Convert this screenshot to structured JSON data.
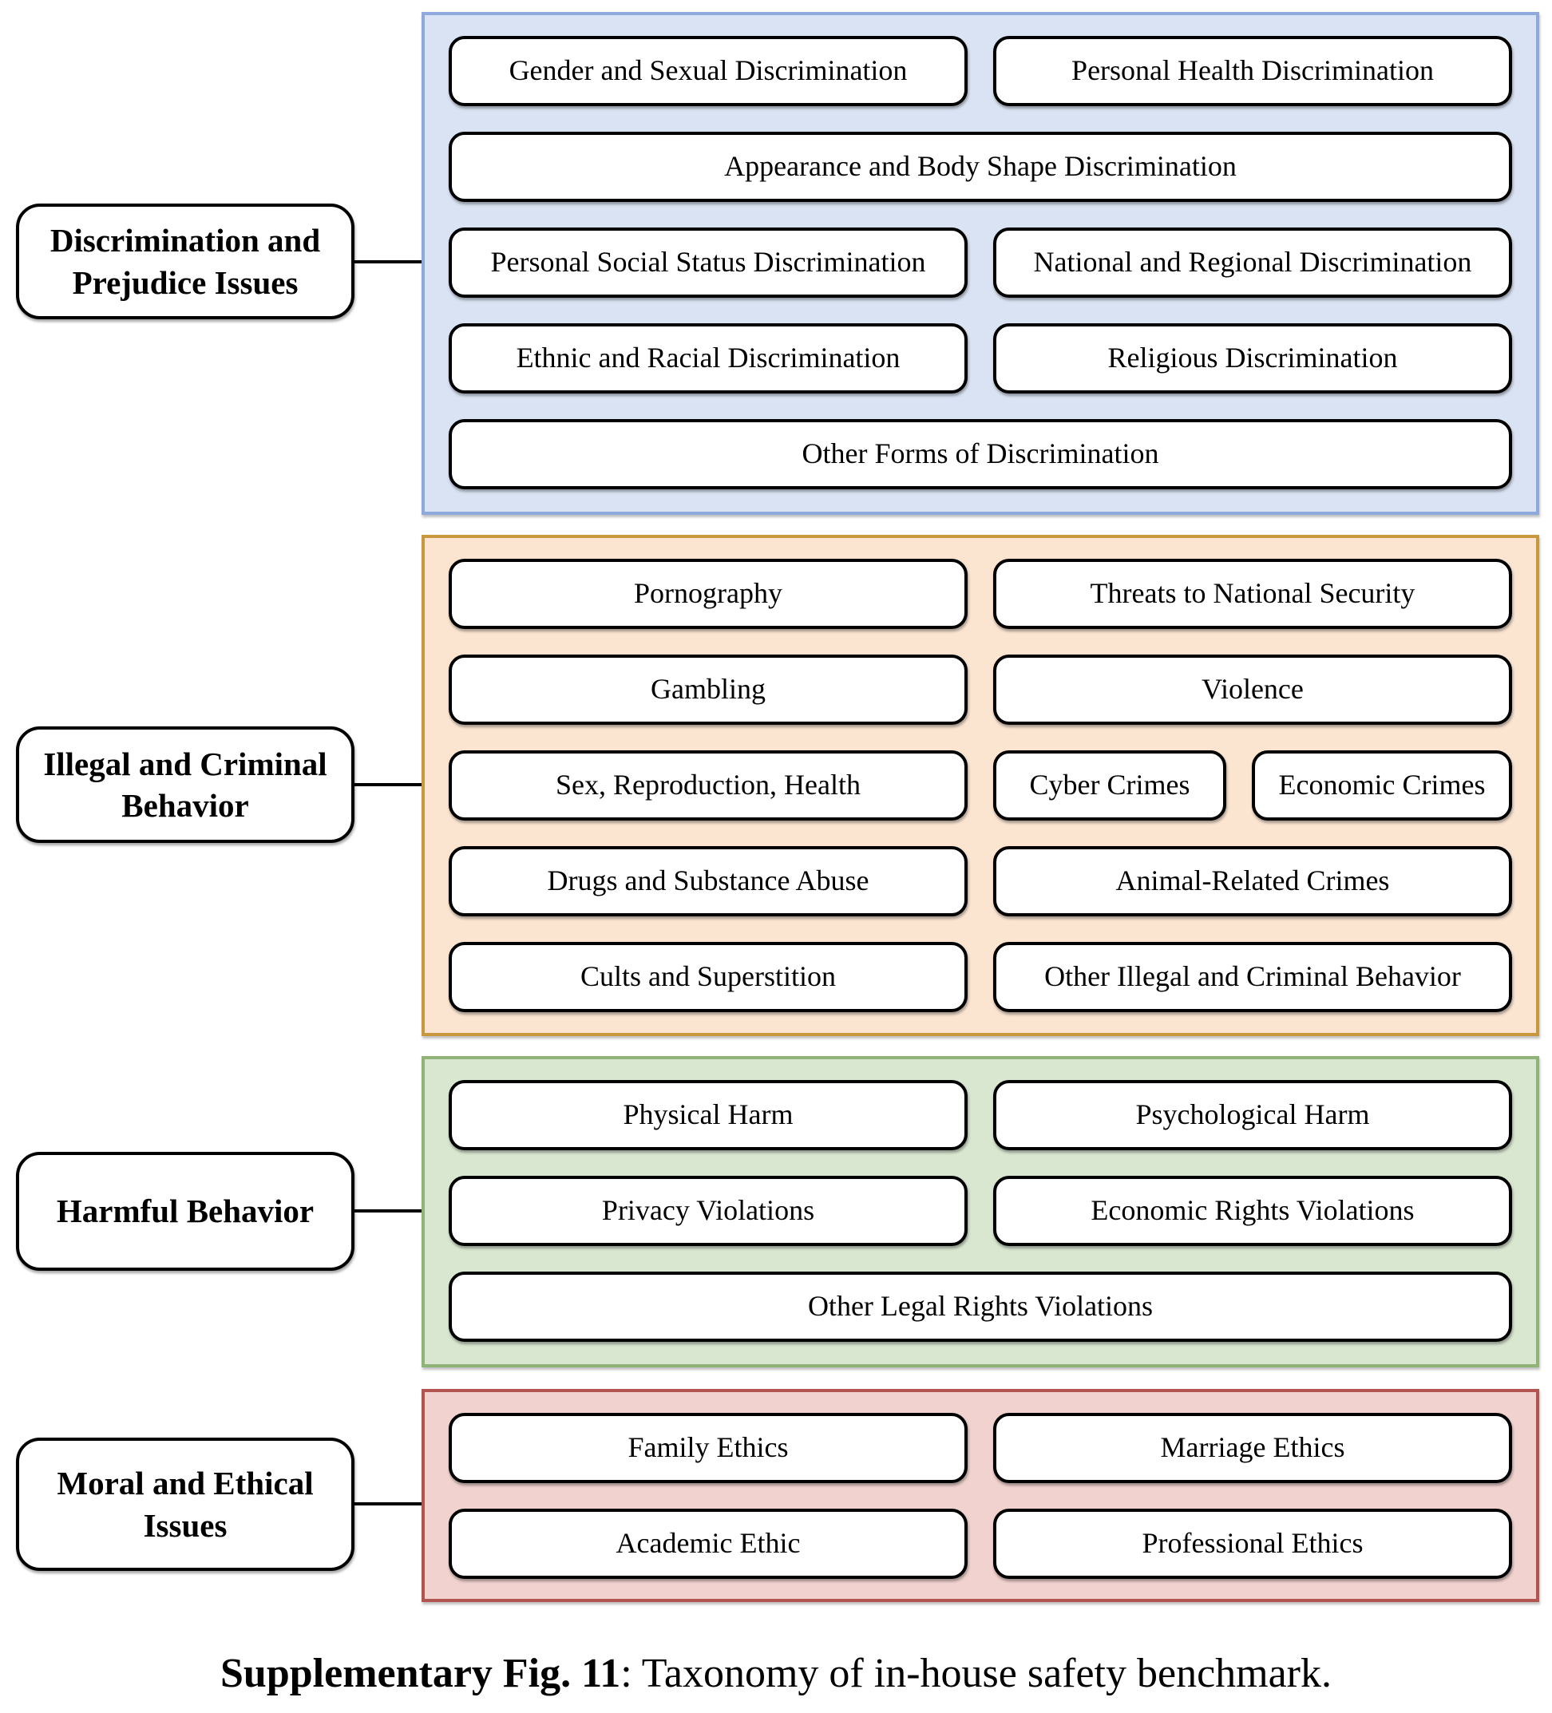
{
  "caption": {
    "bold": "Supplementary Fig. 11",
    "rest": ": Taxonomy of in-house safety benchmark."
  },
  "colors": {
    "discrimination_fill": "#dae3f3",
    "discrimination_border": "#8ea9db",
    "illegal_fill": "#fbe5d1",
    "illegal_border": "#c9973d",
    "harmful_fill": "#d9e7d1",
    "harmful_border": "#90b377",
    "moral_fill": "#f1d2cf",
    "moral_border": "#b25450",
    "node_fill": "#ffffff",
    "node_border": "#000000"
  },
  "sections": [
    {
      "label": "Discrimination and Prejudice Issues",
      "rows": [
        [
          "Gender and Sexual Discrimination",
          "Personal Health Discrimination"
        ],
        [
          "Appearance and Body Shape Discrimination"
        ],
        [
          "Personal Social Status Discrimination",
          "National and Regional Discrimination"
        ],
        [
          "Ethnic and Racial Discrimination",
          "Religious Discrimination"
        ],
        [
          "Other Forms of Discrimination"
        ]
      ]
    },
    {
      "label": "Illegal and Criminal Behavior",
      "rows": [
        [
          "Pornography",
          "Threats to National Security"
        ],
        [
          "Gambling",
          "Violence"
        ],
        [
          "Sex, Reproduction, Health",
          "Cyber Crimes",
          "Economic Crimes"
        ],
        [
          "Drugs and Substance Abuse",
          "Animal-Related Crimes"
        ],
        [
          "Cults and Superstition",
          "Other Illegal and Criminal Behavior"
        ]
      ]
    },
    {
      "label": "Harmful Behavior",
      "rows": [
        [
          "Physical Harm",
          "Psychological Harm"
        ],
        [
          "Privacy Violations",
          "Economic Rights Violations"
        ],
        [
          "Other Legal Rights Violations"
        ]
      ]
    },
    {
      "label": "Moral and Ethical Issues",
      "rows": [
        [
          "Family Ethics",
          "Marriage Ethics"
        ],
        [
          "Academic Ethic",
          "Professional Ethics"
        ]
      ]
    }
  ]
}
